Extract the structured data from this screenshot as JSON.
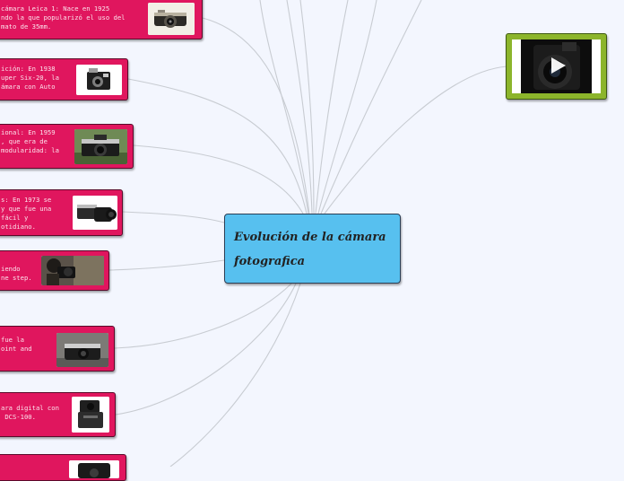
{
  "central_topic": {
    "title": "Evolución de la cámara fotografica"
  },
  "branches": [
    {
      "lines": [
        "cámara Leica 1: Nace en 1925",
        "ndo la que popularizó el uso del",
        "mato de 35mm."
      ],
      "image": "leica-camera-photo"
    },
    {
      "lines": [
        "ición: En 1938",
        "uper Six-20, la",
        "ámara con Auto"
      ],
      "image": "vintage-camera-photo"
    },
    {
      "lines": [
        "ional: En 1959",
        ", que era de",
        "modularidad: la"
      ],
      "image": "slr-camera-photo"
    },
    {
      "lines": [
        "s: En 1973 se",
        "y que fue una",
        "fácil y",
        "otidiano."
      ],
      "image": "zoom-camera-photo"
    },
    {
      "lines": [
        "iendo",
        "ne step."
      ],
      "image": "photographer-photo"
    },
    {
      "lines": [
        "fue la",
        "oint and"
      ],
      "image": "compact-camera-photo"
    },
    {
      "lines": [
        "ara digital con",
        " DCS-100."
      ],
      "image": "digital-camera-photo"
    },
    {
      "lines": [
        ""
      ],
      "image": "modern-camera-photo"
    }
  ],
  "video_node": {
    "image": "bridge-camera-video",
    "icon": "play-icon"
  },
  "colors": {
    "background": "#f3f6fe",
    "branch_fill": "#e0165e",
    "central_fill": "#57c0ef",
    "video_fill": "#8cb52b",
    "connector": "#c8ccd2"
  }
}
